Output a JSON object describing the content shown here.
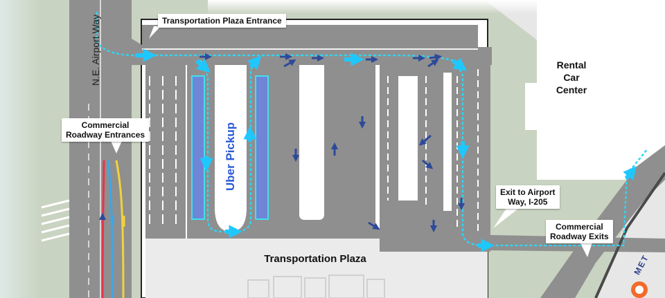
{
  "labels": {
    "plaza_entrance": "Transportation Plaza Entrance",
    "road_name": "N.E. Airport Way",
    "commercial_entrances_line1": "Commercial",
    "commercial_entrances_line2": "Roadway Entrances",
    "uber_pickup": "Uber Pickup",
    "rental_line1": "Rental",
    "rental_line2": "Car",
    "rental_line3": "Center",
    "exit_line1": "Exit to Airport",
    "exit_line2": "Way, I-205",
    "commercial_exits_line1": "Commercial",
    "commercial_exits_line2": "Roadway Exits",
    "plaza": "Transportation Plaza",
    "max_logo": "MET"
  },
  "colors": {
    "road": "#8f8f8f",
    "grass": "#c9d3c1",
    "plaza": "#ebebeb",
    "route_dots": "#2fd6f2",
    "arrow_cyan": "#1ec8ff",
    "arrow_navy": "#2d4a9a",
    "uber_lane": "#6f86d6",
    "uber_lane_border": "#3fe0f0",
    "uber_text": "#2a5ad6",
    "max_orange": "#f26b2a"
  }
}
